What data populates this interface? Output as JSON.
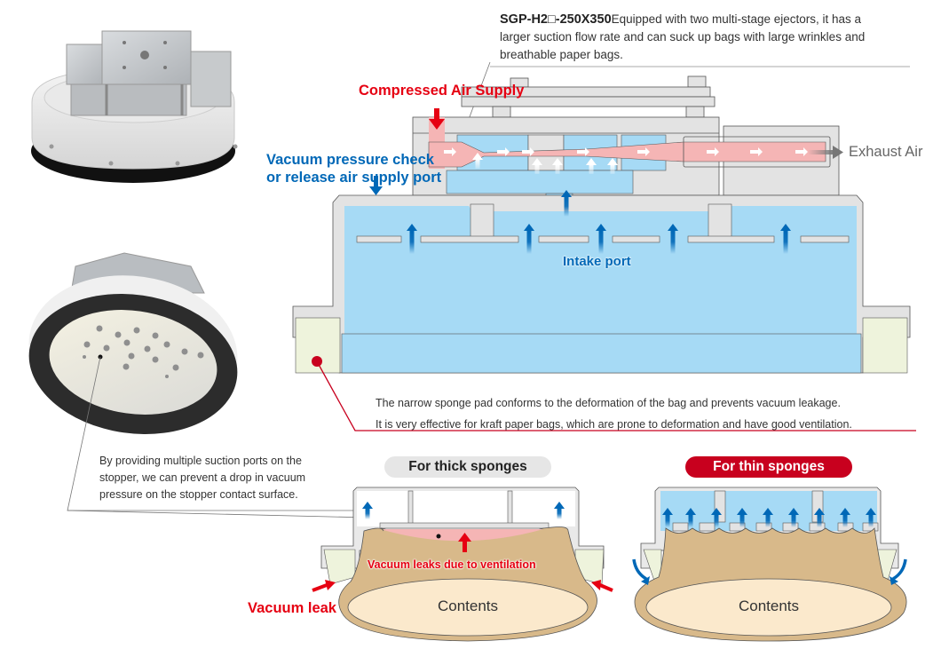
{
  "header": {
    "model": "SGP-H2□-250X350",
    "description": "Equipped with two multi-stage ejectors, it has a larger suction flow rate and can suck up bags with large wrinkles and breathable paper bags."
  },
  "labels": {
    "compressed_air": "Compressed Air Supply",
    "vacuum_check_line1": "Vacuum pressure check",
    "vacuum_check_line2": "or release air supply port",
    "exhaust_air": "Exhaust Air",
    "intake_port": "Intake port"
  },
  "sponge_note": {
    "line1": "The narrow sponge pad conforms to the deformation of the bag and prevents vacuum leakage.",
    "line2": "It is very effective for kraft paper bags, which are prone to deformation and have good ventilation."
  },
  "stopper_note": {
    "line1": "By providing multiple suction ports on the",
    "line2": "stopper, we can prevent a drop in vacuum",
    "line3": "pressure on the stopper contact surface."
  },
  "comparison": {
    "thick": {
      "title": "For thick sponges",
      "leak_ventilation": "Vacuum leaks due to ventilation",
      "leak": "Vacuum leak",
      "contents": "Contents"
    },
    "thin": {
      "title": "For thin sponges",
      "contents": "Contents"
    }
  },
  "icons": {
    "flow_arrow": "arrow",
    "pointer_dot": "dot"
  },
  "colors": {
    "accent_red": "#e60012",
    "accent_blue": "#0068b7",
    "vacuum_fill": "#a6daf5",
    "air_fill": "#f5b5b5",
    "body_gray": "#e3e3e3",
    "sponge_fill": "#eef3dc",
    "bag_fill": "#d8b98a",
    "contents_fill": "#fbe9cc"
  }
}
